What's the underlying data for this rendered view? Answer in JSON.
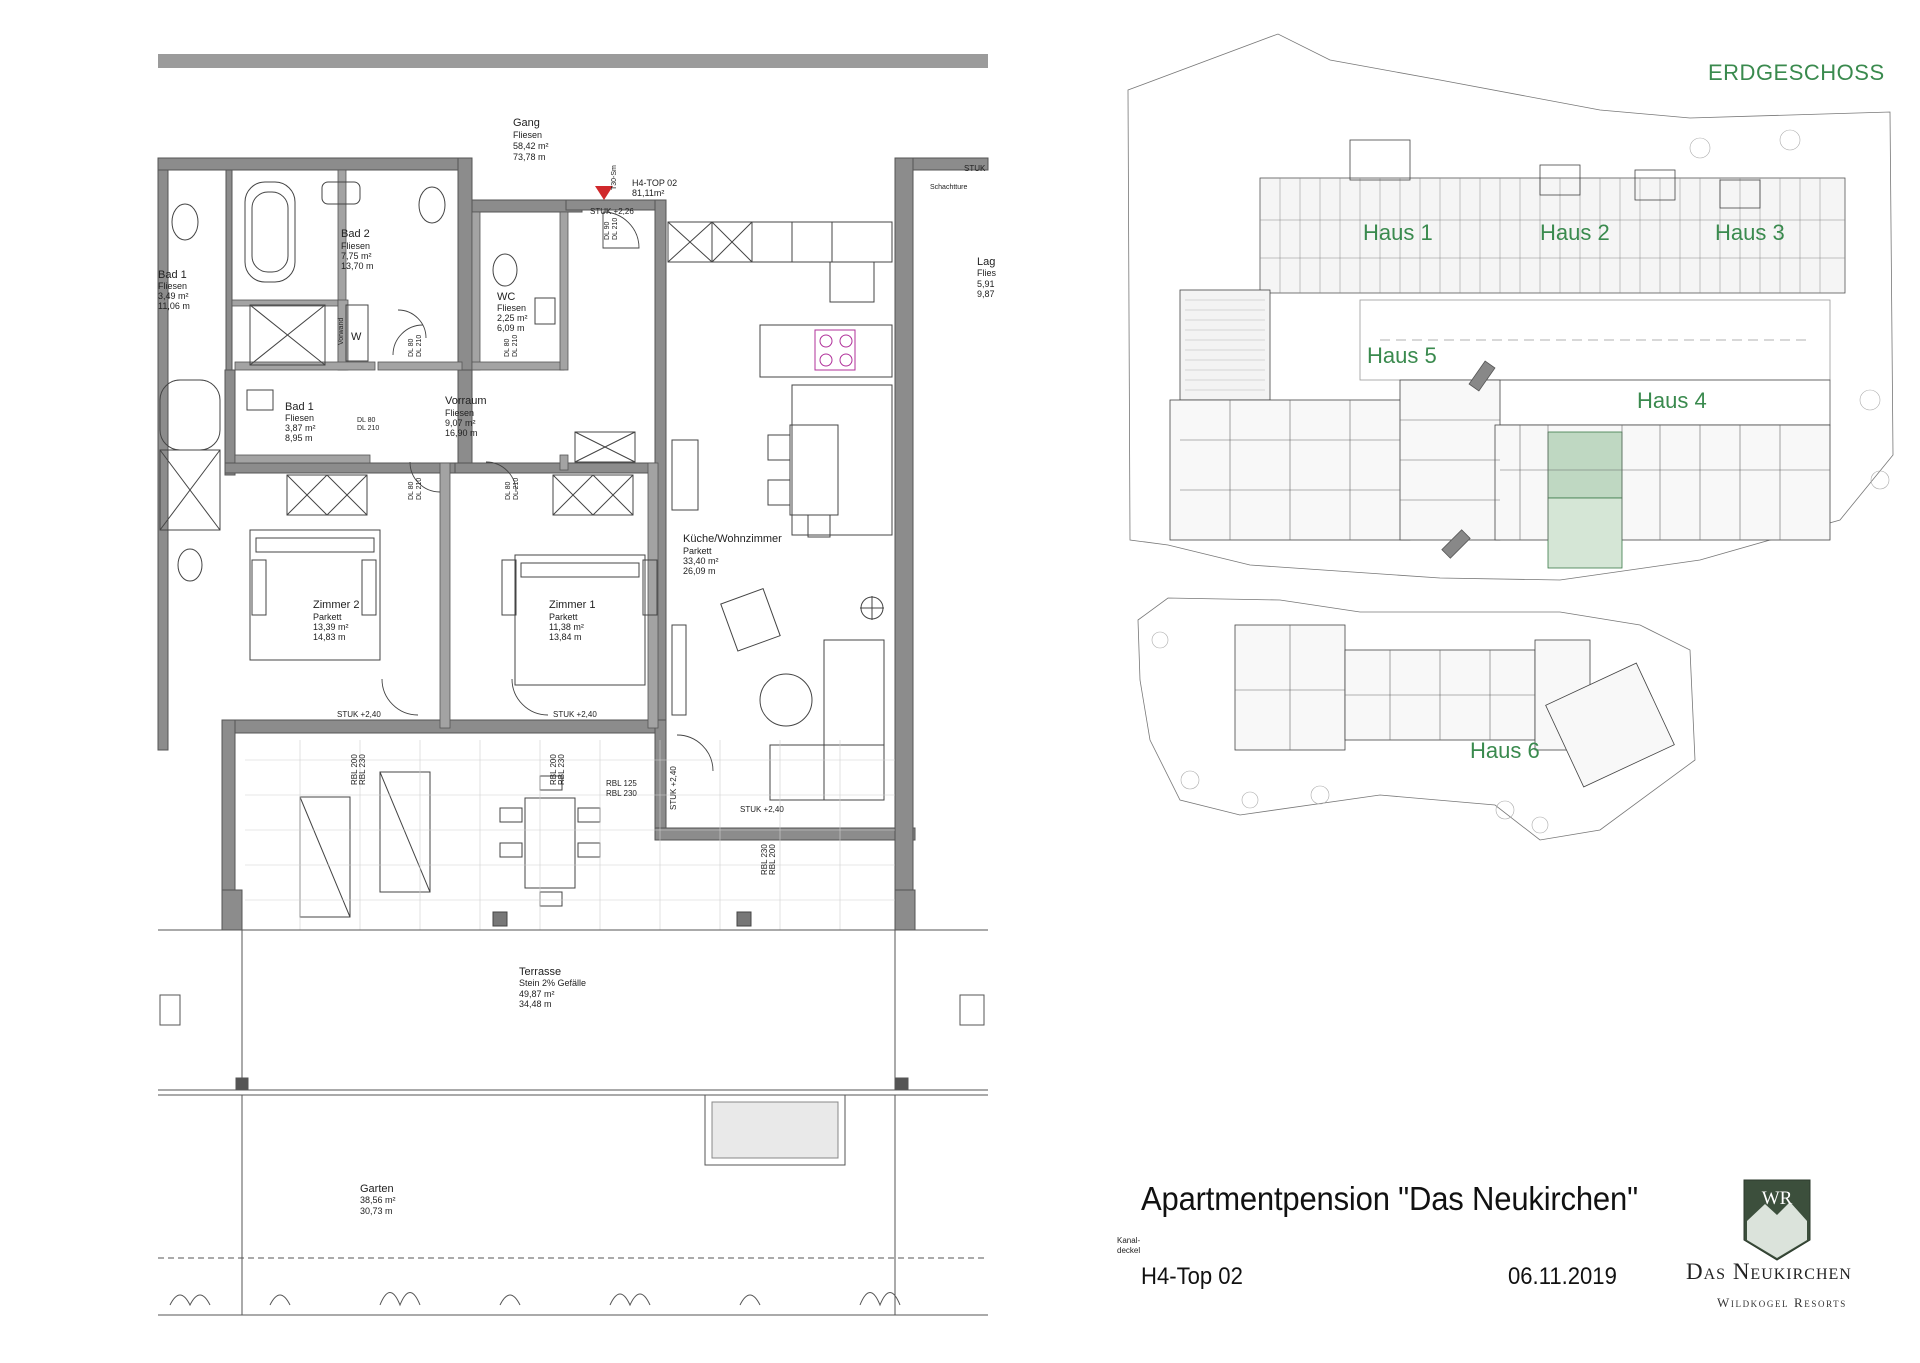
{
  "title": "Apartmentpension \"Das Neukirchen\"",
  "unit": "H4-Top 02",
  "date": "06.11.2019",
  "floor_label": "ERDGESCHOSS",
  "brand": {
    "monogram": "WR",
    "name": "Das Neukirchen",
    "sub": "Wildkogel Resorts",
    "color": "#3c4f3c"
  },
  "site_labels": [
    "Haus 1",
    "Haus 2",
    "Haus 3",
    "Haus 4",
    "Haus 5",
    "Haus 6"
  ],
  "accent_green": "#3a8a4e",
  "rooms": {
    "gang": [
      "Gang",
      "Fliesen",
      "58,42 m²",
      "73,78 m"
    ],
    "bad2": [
      "Bad 2",
      "Fliesen",
      "7,75 m²",
      "13,70 m"
    ],
    "bad1_left": [
      "Bad 1",
      "Fliesen",
      "3,49 m²",
      "11,06 m"
    ],
    "bad1": [
      "Bad 1",
      "Fliesen",
      "3,87 m²",
      "8,95 m"
    ],
    "wc": [
      "WC",
      "Fliesen",
      "2,25 m²",
      "6,09 m"
    ],
    "lager": [
      "Lag",
      "Flies",
      "5,91",
      "9,87"
    ],
    "vorraum": [
      "Vorraum",
      "Fliesen",
      "9,07 m²",
      "16,90 m"
    ],
    "zimmer2": [
      "Zimmer 2",
      "Parkett",
      "13,39 m²",
      "14,83 m"
    ],
    "zimmer1": [
      "Zimmer 1",
      "Parkett",
      "11,38 m²",
      "13,84 m"
    ],
    "kueche": [
      "Küche/Wohnzimmer",
      "Parkett",
      "33,40 m²",
      "26,09 m"
    ],
    "terrasse": [
      "Terrasse",
      "Stein 2% Gefälle",
      "49,87 m²",
      "34,48 m"
    ],
    "garten": [
      "Garten",
      "38,56 m²",
      "30,73 m"
    ]
  },
  "unit_tag": [
    "H4-TOP 02",
    "81,11m²"
  ],
  "annotations": {
    "stuk_entry": "STUK +2,26",
    "stuk_z2": "STUK +2,40",
    "stuk_z1": "STUK +2,40",
    "stuk_kitchen": "STUK +2,40",
    "stuk_vert": "STUK +2,40",
    "stuk_top": "STUK",
    "rbl_z2": [
      "RBL 200",
      "RBL 230"
    ],
    "rbl_z1": [
      "RBL 200",
      "RBL 230"
    ],
    "rbl_terr": [
      "RBL 125",
      "RBL 230"
    ],
    "rbl_k": [
      "RBL 230",
      "RBL 200"
    ],
    "dl_wc": [
      "DL 80",
      "DL 210"
    ],
    "dl_bad2": [
      "DL 80",
      "DL 210"
    ],
    "dl_bad1": [
      "DL 80",
      "DL 210"
    ],
    "dl_z2": [
      "DL 80",
      "DL 210"
    ],
    "dl_z1": [
      "DL 80",
      "DL 210"
    ],
    "dl_entry": [
      "DL 90",
      "DL 210"
    ],
    "entry_tag": "T30-Sm",
    "schacht": "Schachtture",
    "vorwand": "Vorwand",
    "kanal": [
      "Kanal-",
      "deckel"
    ],
    "w": "W"
  }
}
